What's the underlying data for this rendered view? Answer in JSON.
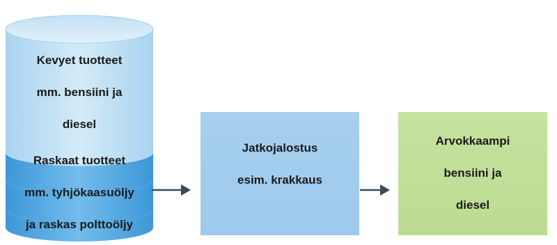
{
  "cylinder": {
    "top_layer_lines": [
      "Kevyet tuotteet",
      "mm. bensiini ja",
      "diesel"
    ],
    "bottom_layer_lines": [
      "Raskaat tuotteet",
      "mm. tyhjökaasuöljy",
      "ja raskas polttoöljy"
    ]
  },
  "process_box": {
    "lines": [
      "Jatkojalostus",
      "esim. krakkaus"
    ]
  },
  "result_box": {
    "lines": [
      "Arvokkaampi",
      "bensiini ja",
      "diesel"
    ]
  },
  "colors": {
    "cylinder_light": "#c9e5f6",
    "cylinder_dark": "#4aa3de",
    "process_box": "#a3cdee",
    "result_box": "#c3e09a",
    "arrow": "#3a4a5c"
  }
}
